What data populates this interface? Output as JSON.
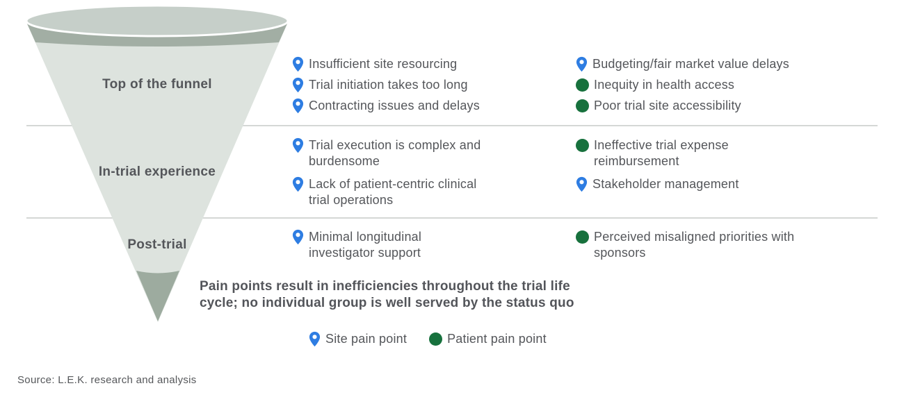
{
  "sections": [
    {
      "stage": "Top of the funnel",
      "col1": [
        {
          "type": "site",
          "lines": [
            "Insufficient site resourcing",
            ""
          ]
        },
        {
          "type": "site",
          "lines": [
            "Trial initiation takes too long",
            ""
          ]
        },
        {
          "type": "site",
          "lines": [
            "Contracting issues and delays",
            ""
          ]
        }
      ],
      "col2": [
        {
          "type": "site",
          "lines": [
            "Budgeting/fair market value delays",
            ""
          ]
        },
        {
          "type": "patient",
          "lines": [
            "Inequity in health access",
            ""
          ]
        },
        {
          "type": "patient",
          "lines": [
            "Poor trial site accessibility",
            ""
          ]
        }
      ]
    },
    {
      "stage": "In-trial experience",
      "col1": [
        {
          "type": "site",
          "lines": [
            "Trial execution is complex and",
            "burdensome"
          ]
        },
        {
          "type": "site",
          "lines": [
            "Lack of patient-centric clinical",
            "trial operations"
          ]
        }
      ],
      "col2": [
        {
          "type": "patient",
          "lines": [
            "Ineffective trial expense",
            "reimbursement"
          ]
        },
        {
          "type": "site",
          "lines": [
            "Stakeholder management",
            ""
          ]
        }
      ]
    },
    {
      "stage": "Post-trial",
      "col1": [
        {
          "type": "site",
          "lines": [
            "Minimal longitudinal",
            "investigator support"
          ]
        }
      ],
      "col2": [
        {
          "type": "patient",
          "lines": [
            "Perceived misaligned priorities with",
            "sponsors"
          ]
        }
      ]
    }
  ],
  "statement": {
    "line1": "Pain points result in inefficiencies throughout the trial life",
    "line2": "cycle; no individual group is well served by the status quo"
  },
  "legend": {
    "site": "Site pain point",
    "patient": "Patient pain point"
  },
  "source": "Source: L.E.K. research and analysis",
  "colors": {
    "site_pin": "#2e7de2",
    "patient_dot": "#17713d",
    "funnel_body": "#dde3de",
    "funnel_rim": "#a2aea4",
    "funnel_top_ellipse": "#c6cfc9",
    "funnel_tip": "#9dab9f",
    "divider": "#d4d7d5",
    "text": "#54565a"
  }
}
